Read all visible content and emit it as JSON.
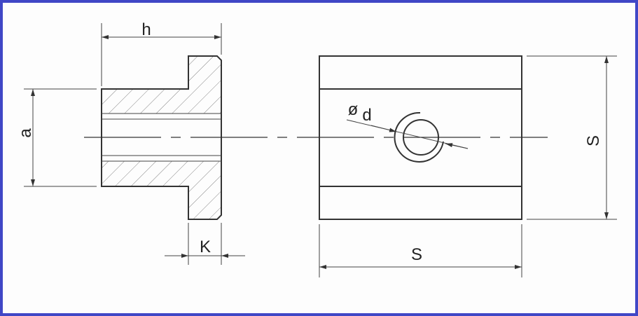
{
  "drawing": {
    "labels": {
      "h": "h",
      "a": "a",
      "K": "K",
      "diameter_symbol": "ø",
      "d": "d",
      "S_vertical": "S",
      "S_horizontal": "S"
    },
    "colors": {
      "border": "#4047c6",
      "line": "#333333"
    }
  }
}
